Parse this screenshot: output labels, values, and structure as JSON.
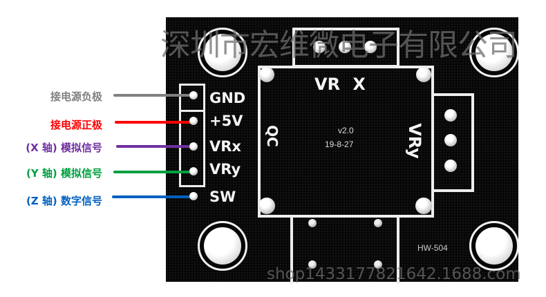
{
  "labels": [
    {
      "text": "接电源负极",
      "color": "#808080"
    },
    {
      "text": "接电源正极",
      "color": "#ff0000"
    },
    {
      "text": "(X 轴)  模拟信号",
      "color": "#7030a0"
    },
    {
      "text": "(Y 轴)  模拟信号",
      "color": "#00a040"
    },
    {
      "text": "(Z 轴)  数字信号",
      "color": "#0060c0"
    }
  ],
  "pins": [
    "GND",
    "+5V",
    "VRx",
    "VRy",
    "SW"
  ],
  "board": {
    "vrx_label": "VR X",
    "vry_label": "VRy",
    "qc_label": "QC",
    "version": "v2.0",
    "date": "19-8-27",
    "model": "HW-504"
  },
  "watermark": {
    "company": "深圳市宏维微电子有限公司",
    "shop": "shop1433177821642.1688.com"
  }
}
